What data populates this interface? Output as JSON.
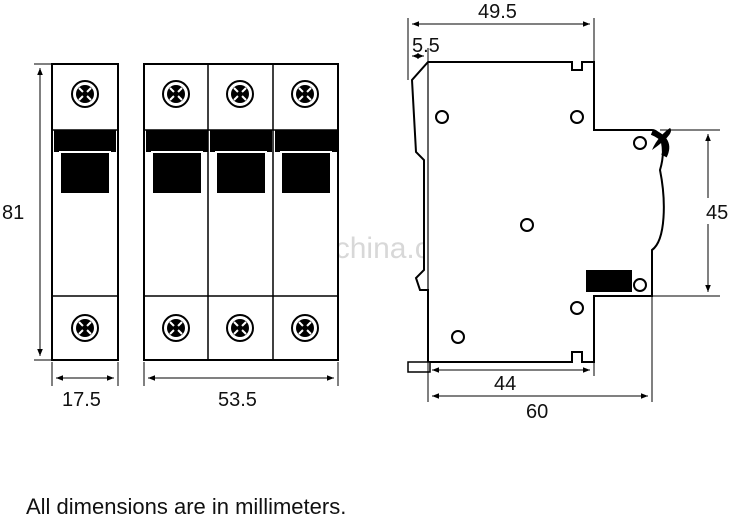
{
  "dimensions": {
    "height_81": "81",
    "width_17_5": "17.5",
    "width_53_5": "53.5",
    "top_49_5": "49.5",
    "top_5_5": "5.5",
    "side_45": "45",
    "bottom_44": "44",
    "bottom_60": "60"
  },
  "watermark": "trade.china.cn",
  "note": "All dimensions are in millimeters."
}
